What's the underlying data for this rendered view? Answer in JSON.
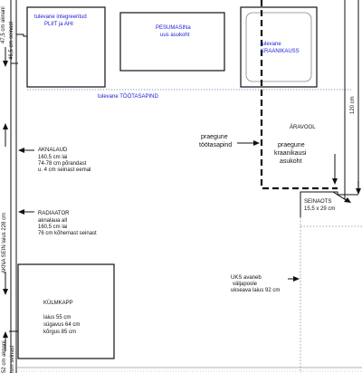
{
  "wall_left": {
    "top_dim_1": "47,5 cm aknani",
    "top_dim_2": "46,5 cm seinast",
    "window_wall": "AKNA SEIN laius 228 cm",
    "bottom_dim_1": "52 cm aknani",
    "bottom_dim_2": "tsm seinast"
  },
  "hob": {
    "line1": "tulevane integreeritud",
    "line2": "PLIIT ja AHI"
  },
  "dishwasher": {
    "line1": "PESUMASINa",
    "line2": "uus asukoht"
  },
  "sink_future": {
    "line1": "tulevane",
    "line2": "KRAANIKAUSS"
  },
  "worktop_future": "tulevane TÖÖTASAPIND",
  "dim_120": "120 cm",
  "drain": "ÄRAVOOL",
  "current_worktop": {
    "line1": "praegune",
    "line2": "töötasapind"
  },
  "current_sink": {
    "line1": "praegune",
    "line2": "kraanikausi",
    "line3": "asukoht"
  },
  "pillar": {
    "line1": "SEINAOTS",
    "line2": "15,5 x 29 cm"
  },
  "windowsill": {
    "title": "AKNALAUD",
    "line1": "160,5 cm lai",
    "line2": "74-78 cm põrandast",
    "line3": "u. 4 cm seinast eemal"
  },
  "radiator": {
    "title": "RADIAATOR",
    "line1": "aknalaua all",
    "line2": "160,5 cm lai",
    "line3": "76 cm kõhemast seinast"
  },
  "fridge": {
    "title": "KÜLMKAPP",
    "line1": "laius 55 cm",
    "line2": "sügavus 64 cm",
    "line3": "kõrgus 85 cm"
  },
  "door": {
    "line1": "UKS avaneb",
    "line2": "väljapoole",
    "line3": "ukseava laius 92 cm"
  },
  "colors": {
    "ink": "#111111",
    "blue_text": "#1a1ad8",
    "dotted": "#8a8ac8"
  }
}
